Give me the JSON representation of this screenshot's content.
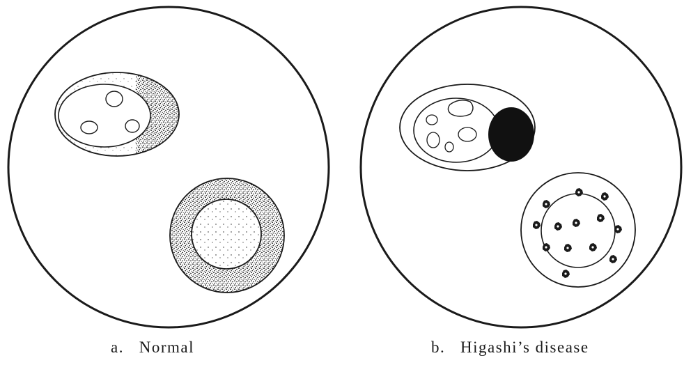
{
  "panels": [
    {
      "letter": "a.",
      "title": "Normal",
      "ink_color": "#1a1a1a"
    },
    {
      "letter": "b.",
      "title": "Higashi’s disease",
      "ink_color": "#1a1a1a"
    }
  ]
}
